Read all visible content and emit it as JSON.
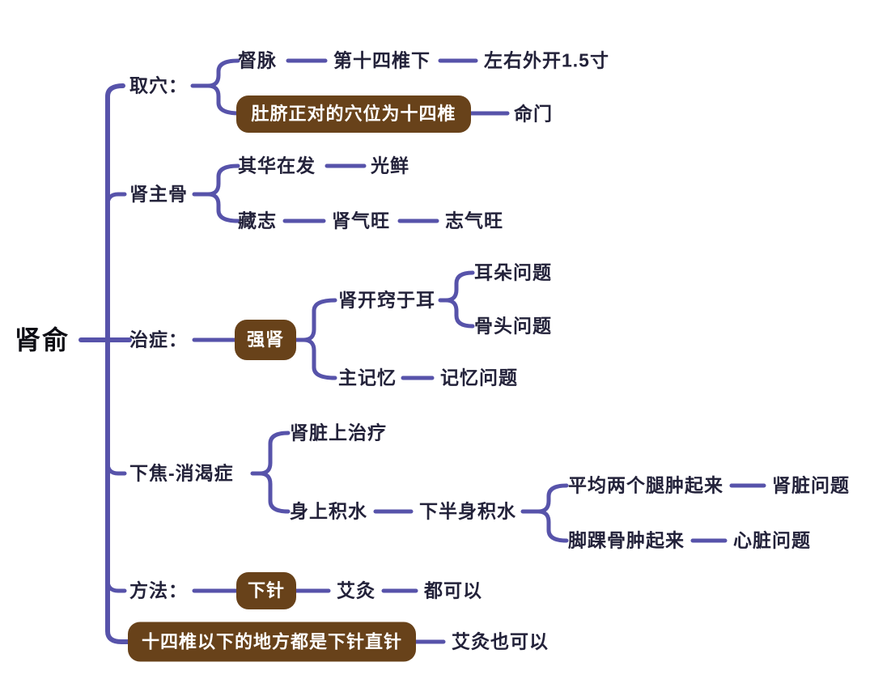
{
  "colors": {
    "line": "#5753aa",
    "highlight_bg": "#68421a",
    "highlight_text": "#ffffff",
    "text": "#23223a"
  },
  "mindmap": {
    "root": "肾俞",
    "branches": [
      {
        "label": "取穴：",
        "children": [
          {
            "label": "督脉",
            "children": [
              {
                "label": "第十四椎下",
                "children": [
                  {
                    "label": "左右外开1.5寸"
                  }
                ]
              }
            ]
          },
          {
            "label": "肚脐正对的穴位为十四椎",
            "highlight": true,
            "children": [
              {
                "label": "命门"
              }
            ]
          }
        ]
      },
      {
        "label": "肾主骨",
        "children": [
          {
            "label": "其华在发",
            "children": [
              {
                "label": "光鲜"
              }
            ]
          },
          {
            "label": "藏志",
            "children": [
              {
                "label": "肾气旺",
                "children": [
                  {
                    "label": "志气旺"
                  }
                ]
              }
            ]
          }
        ]
      },
      {
        "label": "治症：",
        "children": [
          {
            "label": "强肾",
            "highlight": true,
            "children": [
              {
                "label": "肾开窍于耳",
                "children": [
                  {
                    "label": "耳朵问题"
                  },
                  {
                    "label": "骨头问题"
                  }
                ]
              },
              {
                "label": "主记忆",
                "children": [
                  {
                    "label": "记忆问题"
                  }
                ]
              }
            ]
          }
        ]
      },
      {
        "label": "下焦-消渴症",
        "children": [
          {
            "label": "肾脏上治疗"
          },
          {
            "label": "身上积水",
            "children": [
              {
                "label": "下半身积水",
                "children": [
                  {
                    "label": "平均两个腿肿起来",
                    "children": [
                      {
                        "label": "肾脏问题"
                      }
                    ]
                  },
                  {
                    "label": "脚踝骨肿起来",
                    "children": [
                      {
                        "label": "心脏问题"
                      }
                    ]
                  }
                ]
              }
            ]
          }
        ]
      },
      {
        "label": "方法：",
        "children": [
          {
            "label": "下针",
            "highlight": true,
            "children": [
              {
                "label": "艾灸",
                "children": [
                  {
                    "label": "都可以"
                  }
                ]
              }
            ]
          }
        ]
      },
      {
        "label": "十四椎以下的地方都是下针直针",
        "highlight": true,
        "children": [
          {
            "label": "艾灸也可以"
          }
        ]
      }
    ]
  }
}
